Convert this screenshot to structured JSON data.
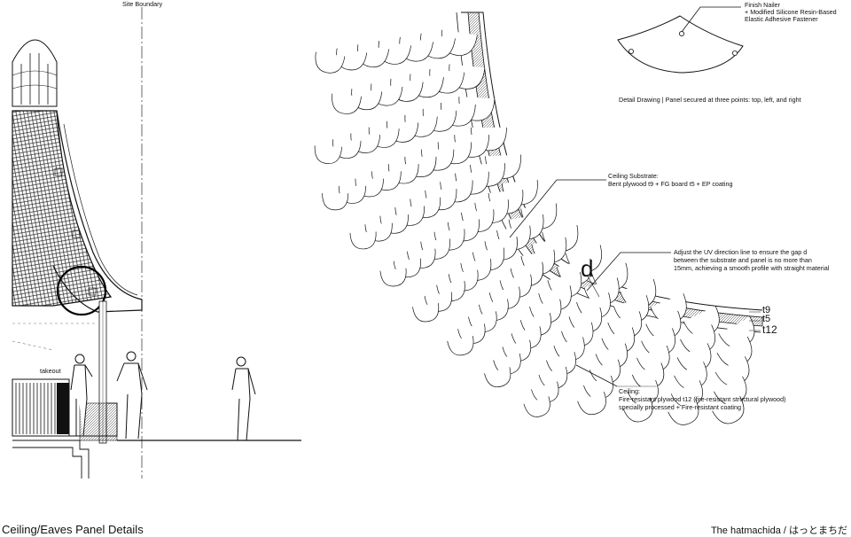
{
  "section": {
    "site_boundary": "Site Boundary",
    "takeout": "takeout"
  },
  "detail": {
    "nailer_line1": "Finish Nailer",
    "nailer_line2": "+ Modified Silicone Resin-Based",
    "nailer_line3": "Elastic Adhesive Fastener",
    "caption": "Detail Drawing | Panel secured at three points: top, left, and right"
  },
  "callouts": {
    "substrate_line1": "Ceiling Substrate:",
    "substrate_line2": "Bent plywood t9 + FG board t5 + EP coating",
    "uv_line1": "Adjust the UV direction line to ensure the gap d",
    "uv_line2": "between the substrate and panel is no more than",
    "uv_line3": "15mm, achieving a smooth profile with straight material",
    "ceiling_line1": "Ceiling:",
    "ceiling_line2": "Fire-resistant plywood t12 (fire-resistant structural plywood)",
    "ceiling_line3": "specially processed + Fire-resistant coating"
  },
  "dims": {
    "d": "d",
    "t9": "t9",
    "t5": "t5",
    "t12": "t12"
  },
  "footer": {
    "title": "Ceiling/Eaves Panel Details",
    "credit": "The hatmachida / はっとまちだ"
  }
}
